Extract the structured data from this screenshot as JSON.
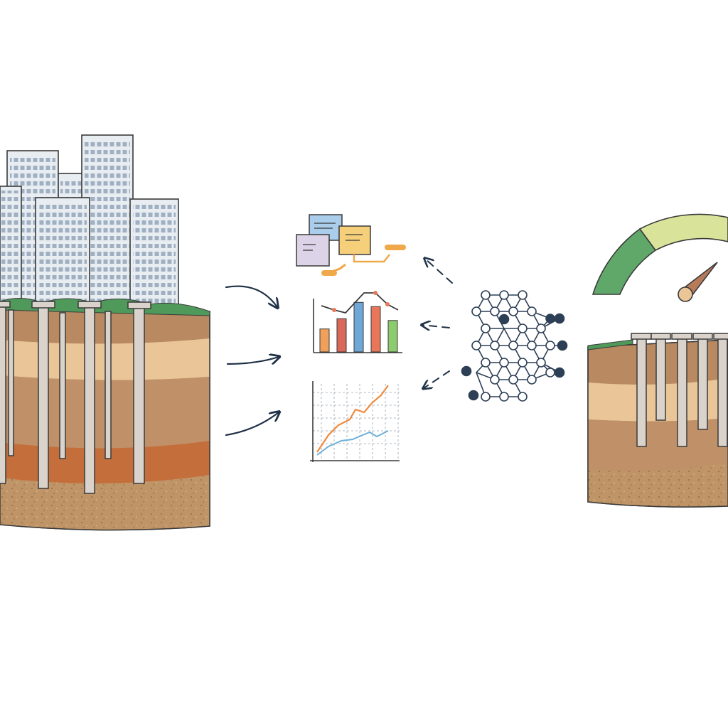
{
  "colors": {
    "outline": "#3a3a3a",
    "arrow": "#1f3147",
    "building_fill": "#e8edf2",
    "window": "#9fb0c2",
    "grass": "#4f9a5b",
    "soil_top": "#b98a62",
    "soil_sand": "#e9c597",
    "soil_mid": "#c09168",
    "soil_clay": "#c46f3b",
    "soil_base": "#bf9466",
    "pile": "#d9d3cc",
    "gauge_green": "#5fa86a",
    "gauge_lime": "#d9e49a",
    "gauge_needle": "#b77b5c",
    "note_blue": "#a9cdea",
    "note_orange": "#f5cf7a",
    "note_purple": "#ddd3e8",
    "connector_orange": "#f0a94a",
    "bar_orange": "#f0a05a",
    "bar_red": "#d9685a",
    "bar_blue": "#6fa7d6",
    "bar_coral": "#e8775a",
    "bar_green": "#8dcc6e",
    "line_orange": "#f08a3c",
    "line_blue": "#6fb0d8",
    "network_node_dark": "#2d3f55"
  },
  "icons": {
    "left_panel": "high-rise-buildings-on-piled-foundation",
    "notes": "sticky-note-flowchart-icon",
    "bar_chart": "bar-chart-icon",
    "line_chart": "line-chart-icon",
    "network": "neural-network-icon",
    "gauge": "speedometer-gauge-icon",
    "right_panel": "pile-group-in-soil"
  },
  "bar_chart": {
    "values": [
      0.38,
      0.55,
      0.82,
      0.75,
      0.52
    ],
    "colors": [
      "#f0a05a",
      "#d9685a",
      "#6fa7d6",
      "#e8775a",
      "#8dcc6e"
    ]
  },
  "gauge": {
    "level": 0.85
  }
}
